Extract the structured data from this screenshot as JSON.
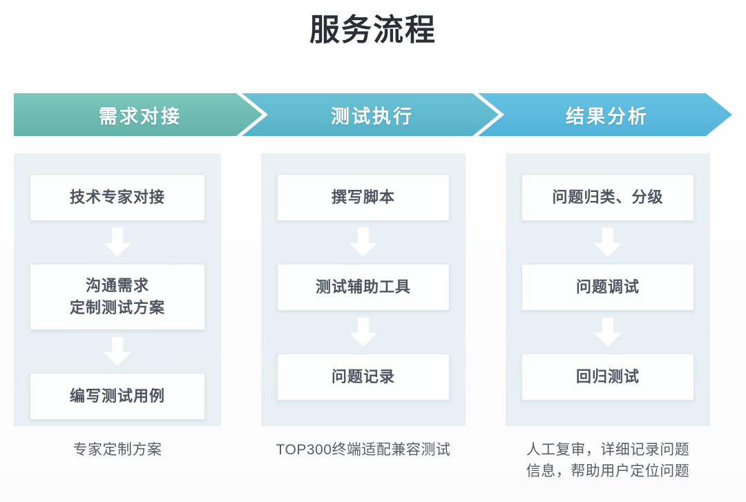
{
  "page": {
    "title": "服务流程",
    "background": "#ffffff"
  },
  "phases": [
    {
      "id": "requirement",
      "label": "需求对接",
      "color": "#6ebbb3",
      "caption_lines": [
        "专家定制方案"
      ],
      "steps": [
        {
          "lines": [
            "技术专家对接"
          ]
        },
        {
          "lines": [
            "沟通需求",
            "定制测试方案"
          ]
        },
        {
          "lines": [
            "编写测试用例"
          ]
        }
      ]
    },
    {
      "id": "execution",
      "label": "测试执行",
      "color": "#62bcd2",
      "caption_lines": [
        "TOP300终端适配兼容测试"
      ],
      "steps": [
        {
          "lines": [
            "撰写脚本"
          ]
        },
        {
          "lines": [
            "测试辅助工具"
          ]
        },
        {
          "lines": [
            "问题记录"
          ]
        }
      ]
    },
    {
      "id": "analysis",
      "label": "结果分析",
      "color": "#5cb9dd",
      "caption_lines": [
        "人工复审，详细记录问题",
        "信息，帮助用户定位问题"
      ],
      "steps": [
        {
          "lines": [
            "问题归类、分级"
          ]
        },
        {
          "lines": [
            "问题调试"
          ]
        },
        {
          "lines": [
            "回归测试"
          ]
        }
      ]
    }
  ]
}
